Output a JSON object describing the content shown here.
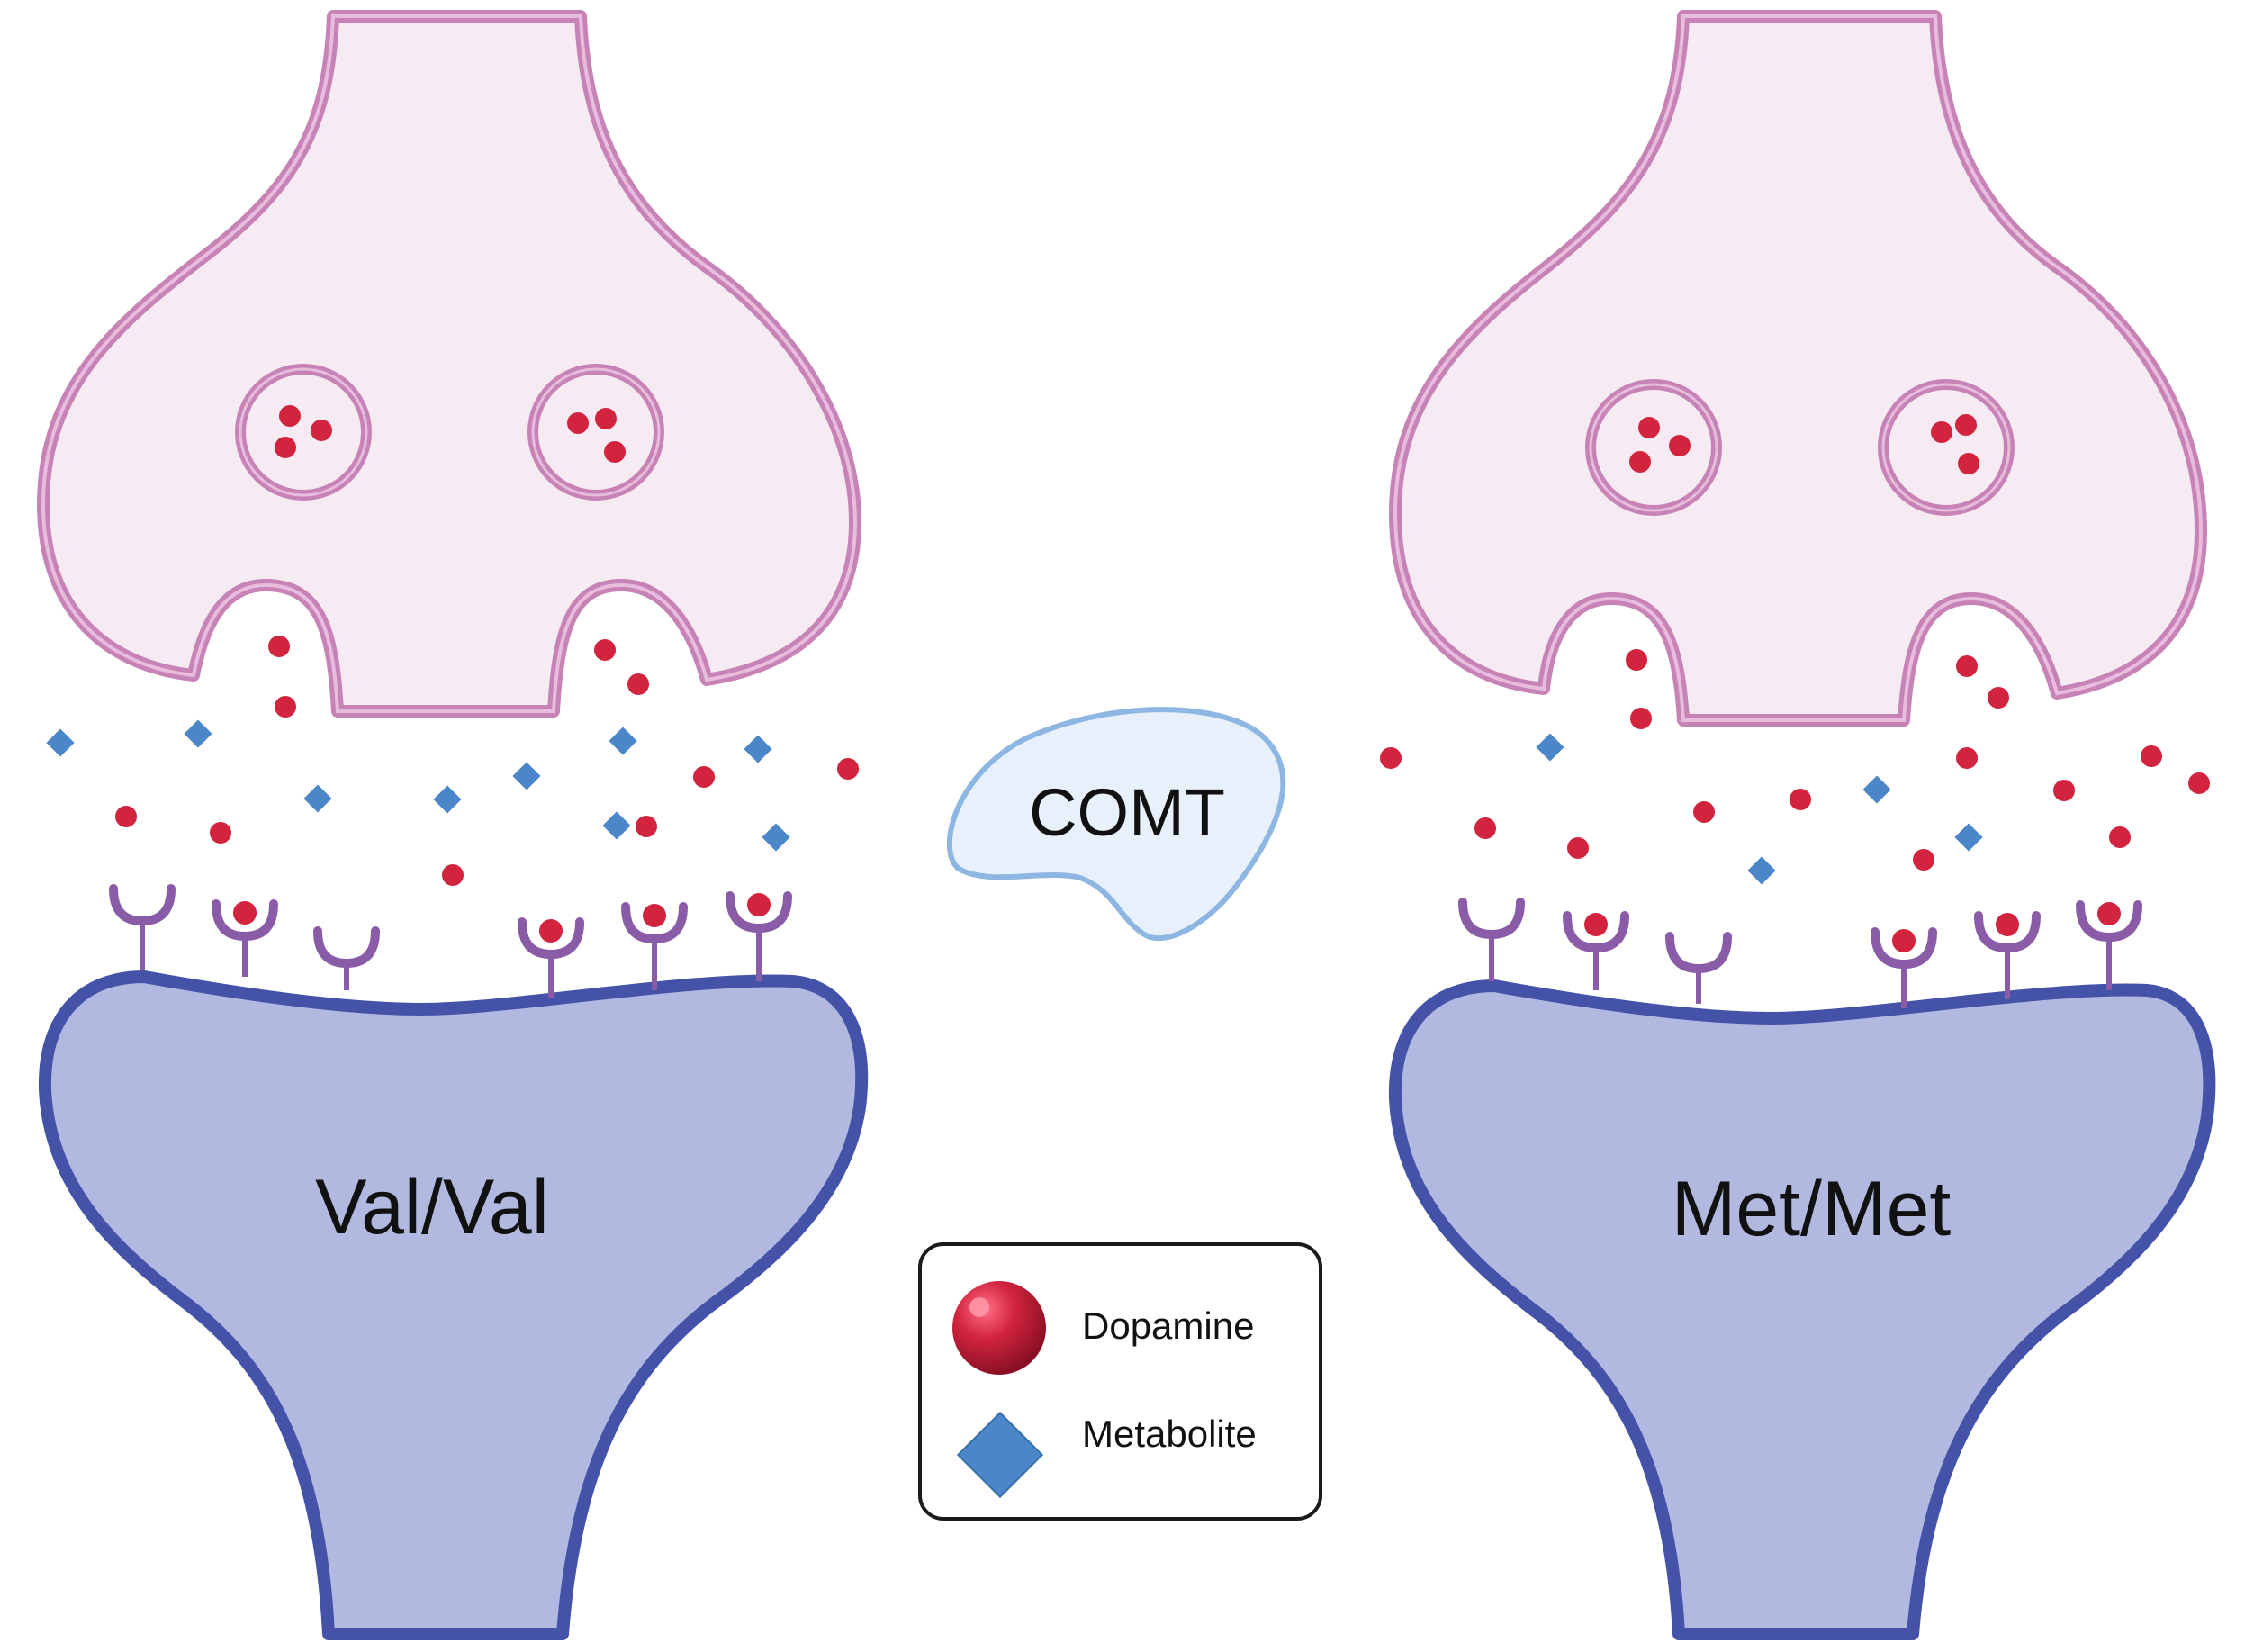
{
  "left_synapse": {
    "label": "Val/Val"
  },
  "right_synapse": {
    "label": "Met/Met"
  },
  "enzyme": {
    "label": "COMT"
  },
  "legend": {
    "items": [
      {
        "label": "Dopamine",
        "icon": "dopamine-sphere-icon"
      },
      {
        "label": "Metabolite",
        "icon": "metabolite-diamond-icon"
      }
    ]
  },
  "colors": {
    "presynaptic_fill": "#f6eaf3",
    "presynaptic_stroke": "#c783b5",
    "postsynaptic_fill": "#b2b9e0",
    "postsynaptic_stroke": "#4452a8",
    "receptor": "#8a5ca8",
    "dopamine": "#d3243f",
    "metabolite": "#4a86c8",
    "comt_fill": "#e8f1fb",
    "comt_stroke": "#8db6e2"
  }
}
